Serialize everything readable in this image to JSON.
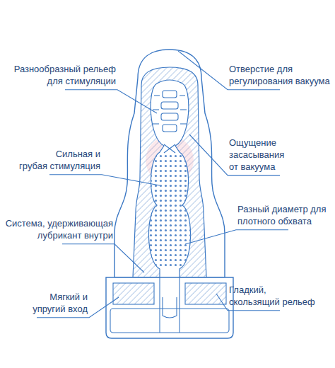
{
  "diagram": {
    "labels": [
      "Разнообразный рельеф для стимуляции",
      "Отверстие для регулирования вакуума",
      "Ощущение засасывания от вакуума",
      "Сильная и грубая стимуляция",
      "Разный диаметр для плотного обхвата",
      "Система, удерживающая лубрикант внутри",
      "Гладкий, скользящий рельеф",
      "Мягкий и упругий вход"
    ]
  }
}
